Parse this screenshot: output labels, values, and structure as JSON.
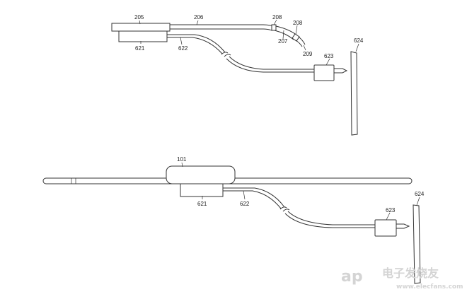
{
  "diagram": {
    "top": {
      "labels": {
        "205": "205",
        "206": "206",
        "208a": "208",
        "208b": "208",
        "207": "207",
        "209": "209",
        "621": "621",
        "622": "622",
        "623": "623",
        "624": "624"
      }
    },
    "bottom": {
      "labels": {
        "101": "101",
        "621": "621",
        "622": "622",
        "623": "623",
        "624": "624"
      }
    }
  },
  "watermark": {
    "text_latin": "ap",
    "text_cjk": "电子发烧友",
    "url": "www.elecfans.com"
  },
  "colors": {
    "line": "#333333",
    "watermark": "#d4d4d4"
  }
}
